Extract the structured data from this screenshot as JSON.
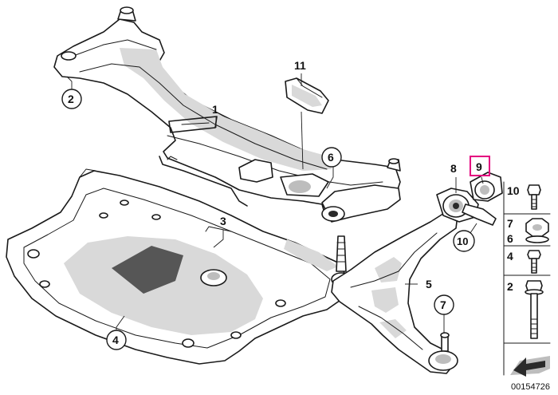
{
  "callouts": {
    "n1": "1",
    "n2": "2",
    "n3": "3",
    "n4": "4",
    "n5": "5",
    "n6": "6",
    "n7": "7",
    "n8": "8",
    "n9": "9",
    "n10": "10",
    "n11": "11"
  },
  "legend": {
    "item_10": "10",
    "item_7": "7",
    "item_6": "6",
    "item_4": "4",
    "item_2": "2"
  },
  "highlight_color": "#e4007f",
  "diagram_code": "00154726"
}
